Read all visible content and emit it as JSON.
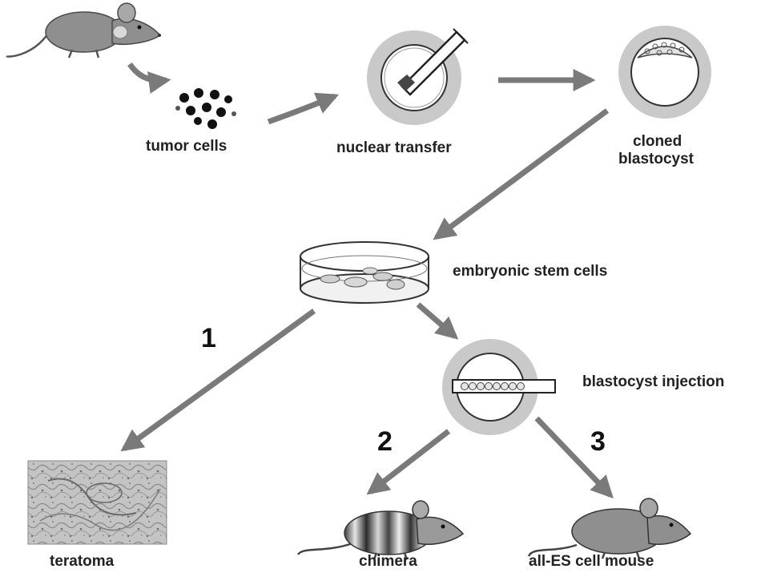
{
  "labels": {
    "tumor_cells": "tumor cells",
    "nuclear_transfer": "nuclear transfer",
    "cloned_blastocyst_line1": "cloned",
    "cloned_blastocyst_line2": "blastocyst",
    "embryonic_stem_cells": "embryonic stem cells",
    "blastocyst_injection": "blastocyst injection",
    "teratoma": "teratoma",
    "chimera": "chimera",
    "all_es_cell_mouse": "all-ES cell mouse"
  },
  "steps": {
    "step1": "1",
    "step2": "2",
    "step3": "3"
  },
  "colors": {
    "arrow": "#7a7a7a",
    "mouse_body": "#8f8f8f",
    "halo": "#c9c9c9",
    "ink": "#222222"
  }
}
